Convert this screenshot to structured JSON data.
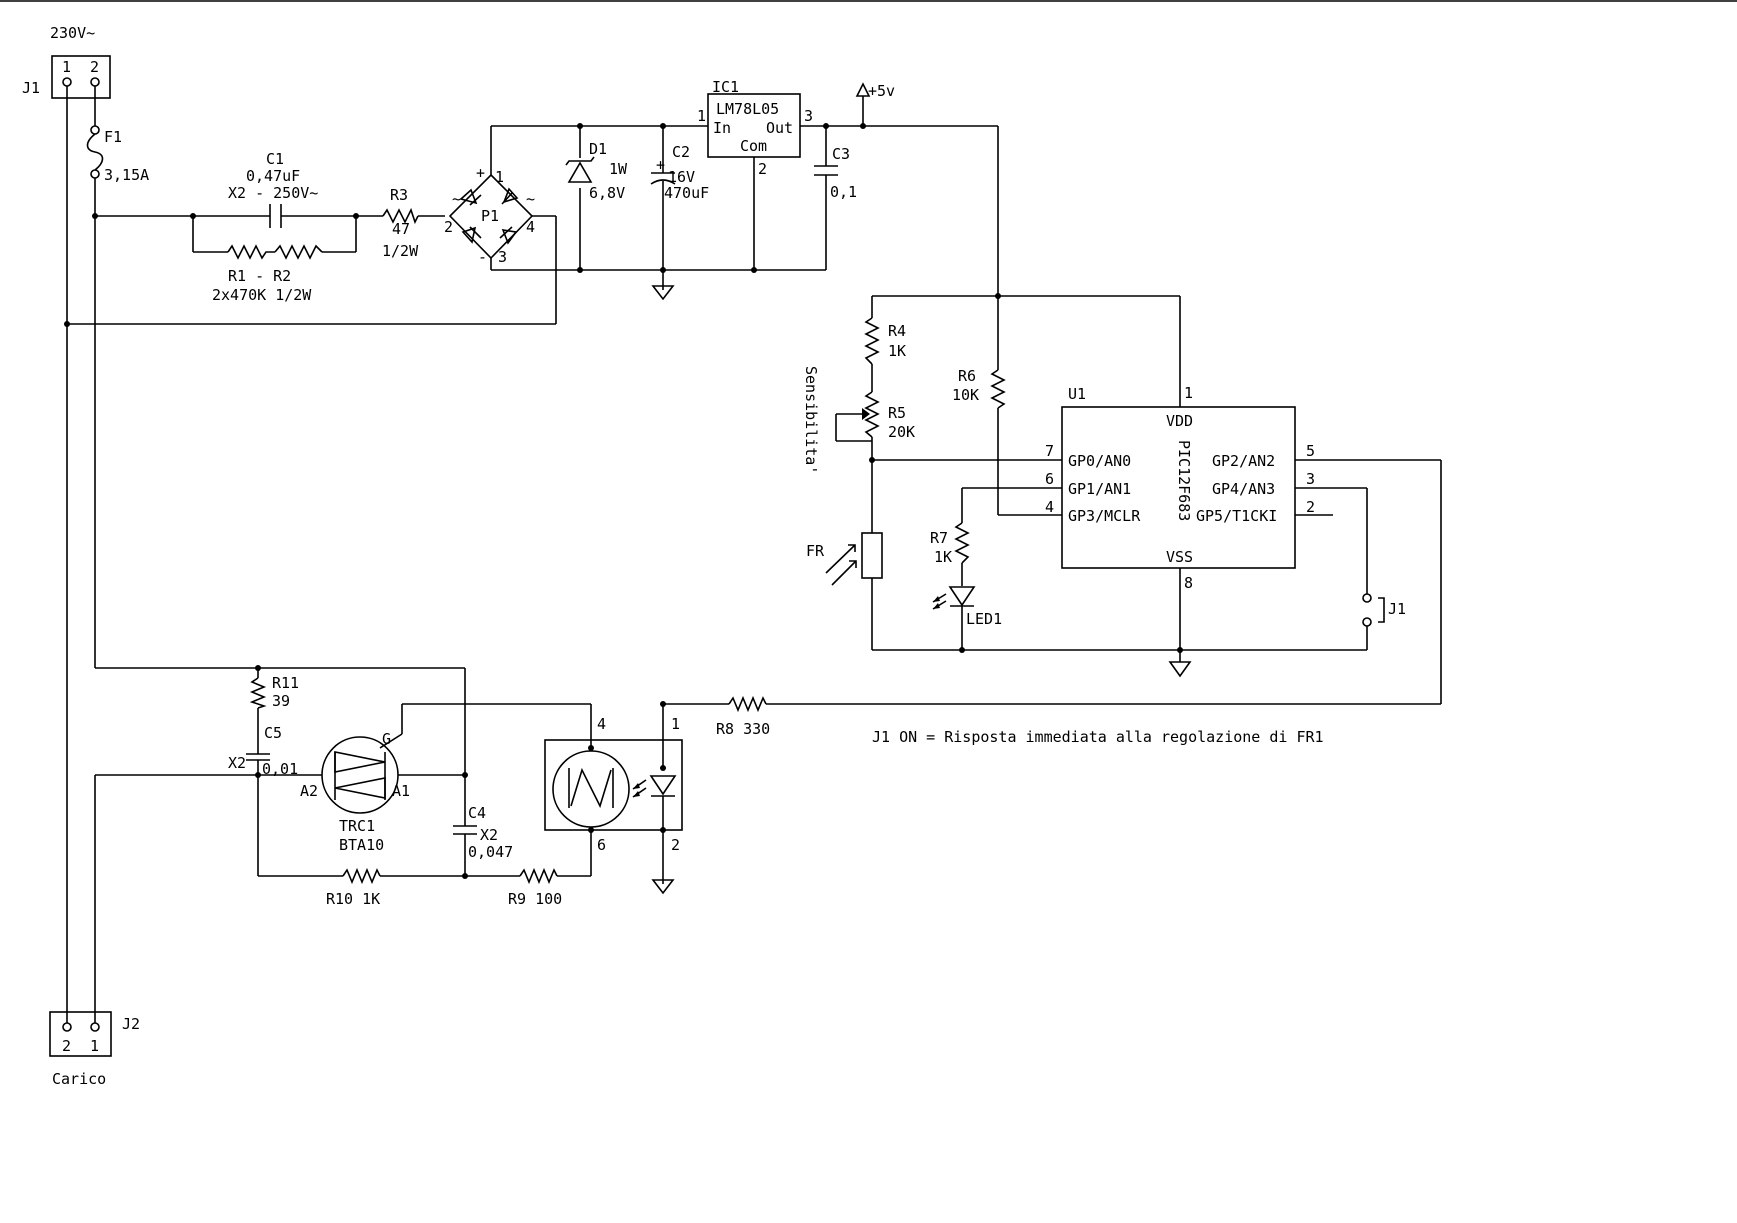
{
  "mains": {
    "supply": "230V~",
    "pin1": "1",
    "pin2": "2",
    "ref": "J1"
  },
  "load": {
    "ref": "J2",
    "pin2": "2",
    "pin1": "1",
    "label": "Carico"
  },
  "fuse": {
    "ref": "F1",
    "value": "3,15A"
  },
  "c1": {
    "ref": "C1",
    "value": "0,47uF",
    "rating": "X2 - 250V~"
  },
  "r1r2": {
    "ref": "R1 - R2",
    "value": "2x470K 1/2W"
  },
  "r3": {
    "ref": "R3",
    "value": "47",
    "power": "1/2W"
  },
  "bridge": {
    "ref": "P1",
    "p1": "1",
    "p2": "2",
    "p3": "3",
    "p4": "4",
    "plus": "+",
    "minus": "-",
    "ac1": "~",
    "ac2": "~"
  },
  "d1": {
    "ref": "D1",
    "power": "1W",
    "value": "6,8V"
  },
  "c2": {
    "ref": "C2",
    "voltage": "16V",
    "value": "470uF",
    "plus": "+"
  },
  "ic1": {
    "ref": "IC1",
    "part": "LM78L05",
    "in": "In",
    "out": "Out",
    "com": "Com",
    "pin1": "1",
    "pin2": "2",
    "pin3": "3"
  },
  "vcc": {
    "label": "+5v"
  },
  "c3": {
    "ref": "C3",
    "value": "0,1"
  },
  "r4": {
    "ref": "R4",
    "value": "1K"
  },
  "r5": {
    "ref": "R5",
    "value": "20K",
    "note": "Sensibilita'"
  },
  "r6": {
    "ref": "R6",
    "value": "10K"
  },
  "r7": {
    "ref": "R7",
    "value": "1K"
  },
  "led1": {
    "ref": "LED1"
  },
  "fr": {
    "ref": "FR"
  },
  "u1": {
    "ref": "U1",
    "part": "PIC12F683",
    "vdd": "VDD",
    "vss": "VSS",
    "gp0": "GP0/AN0",
    "gp1": "GP1/AN1",
    "gp3": "GP3/MCLR",
    "gp2": "GP2/AN2",
    "gp4": "GP4/AN3",
    "gp5": "GP5/T1CKI",
    "pin1": "1",
    "pin2": "2",
    "pin3": "3",
    "pin4": "4",
    "pin5": "5",
    "pin6": "6",
    "pin7": "7",
    "pin8": "8"
  },
  "jumper": {
    "ref": "J1"
  },
  "r11": {
    "ref": "R11",
    "value": "39"
  },
  "c5": {
    "ref": "C5",
    "rating": "X2",
    "value": "0,01"
  },
  "triac": {
    "ref": "TRC1",
    "part": "BTA10",
    "a1": "A1",
    "a2": "A2",
    "g": "G"
  },
  "c4": {
    "ref": "C4",
    "rating": "X2",
    "value": "0,047"
  },
  "r10": {
    "label": "R10 1K"
  },
  "r9": {
    "label": "R9 100"
  },
  "r8": {
    "label": "R8 330"
  },
  "opto": {
    "pin1": "1",
    "pin2": "2",
    "pin4": "4",
    "pin6": "6"
  },
  "note": "J1 ON = Risposta immediata alla regolazione di FR1"
}
